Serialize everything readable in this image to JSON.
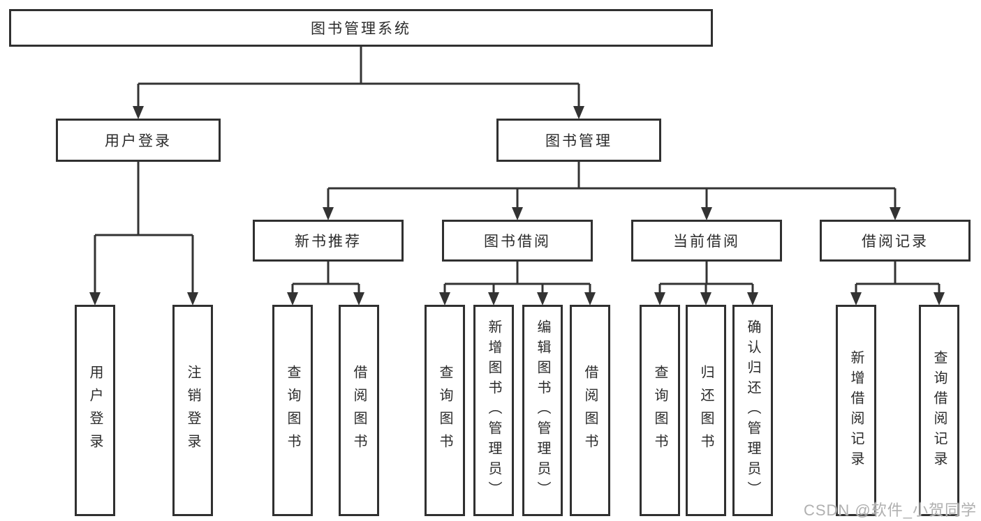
{
  "diagram": {
    "title": "图书管理系统",
    "level2": [
      "用户登录",
      "图书管理"
    ],
    "level3": [
      "新书推荐",
      "图书借阅",
      "当前借阅",
      "借阅记录"
    ],
    "leaves": {
      "login": [
        "用户登录",
        "注销登录"
      ],
      "recommend": [
        "查询图书",
        "借阅图书"
      ],
      "borrow": [
        "查询图书",
        "新增图书（管理员）",
        "编辑图书（管理员）",
        "借阅图书"
      ],
      "current": [
        "查询图书",
        "归还图书",
        "确认归还（管理员）"
      ],
      "records": [
        "新增借阅记录",
        "查询借阅记录"
      ]
    }
  },
  "watermark": "CSDN @软件_小贺同学",
  "colors": {
    "line": "#333333",
    "box_border": "#303030",
    "text": "#2b2b2b",
    "watermark": "#b0b0b0",
    "background": "#ffffff"
  }
}
